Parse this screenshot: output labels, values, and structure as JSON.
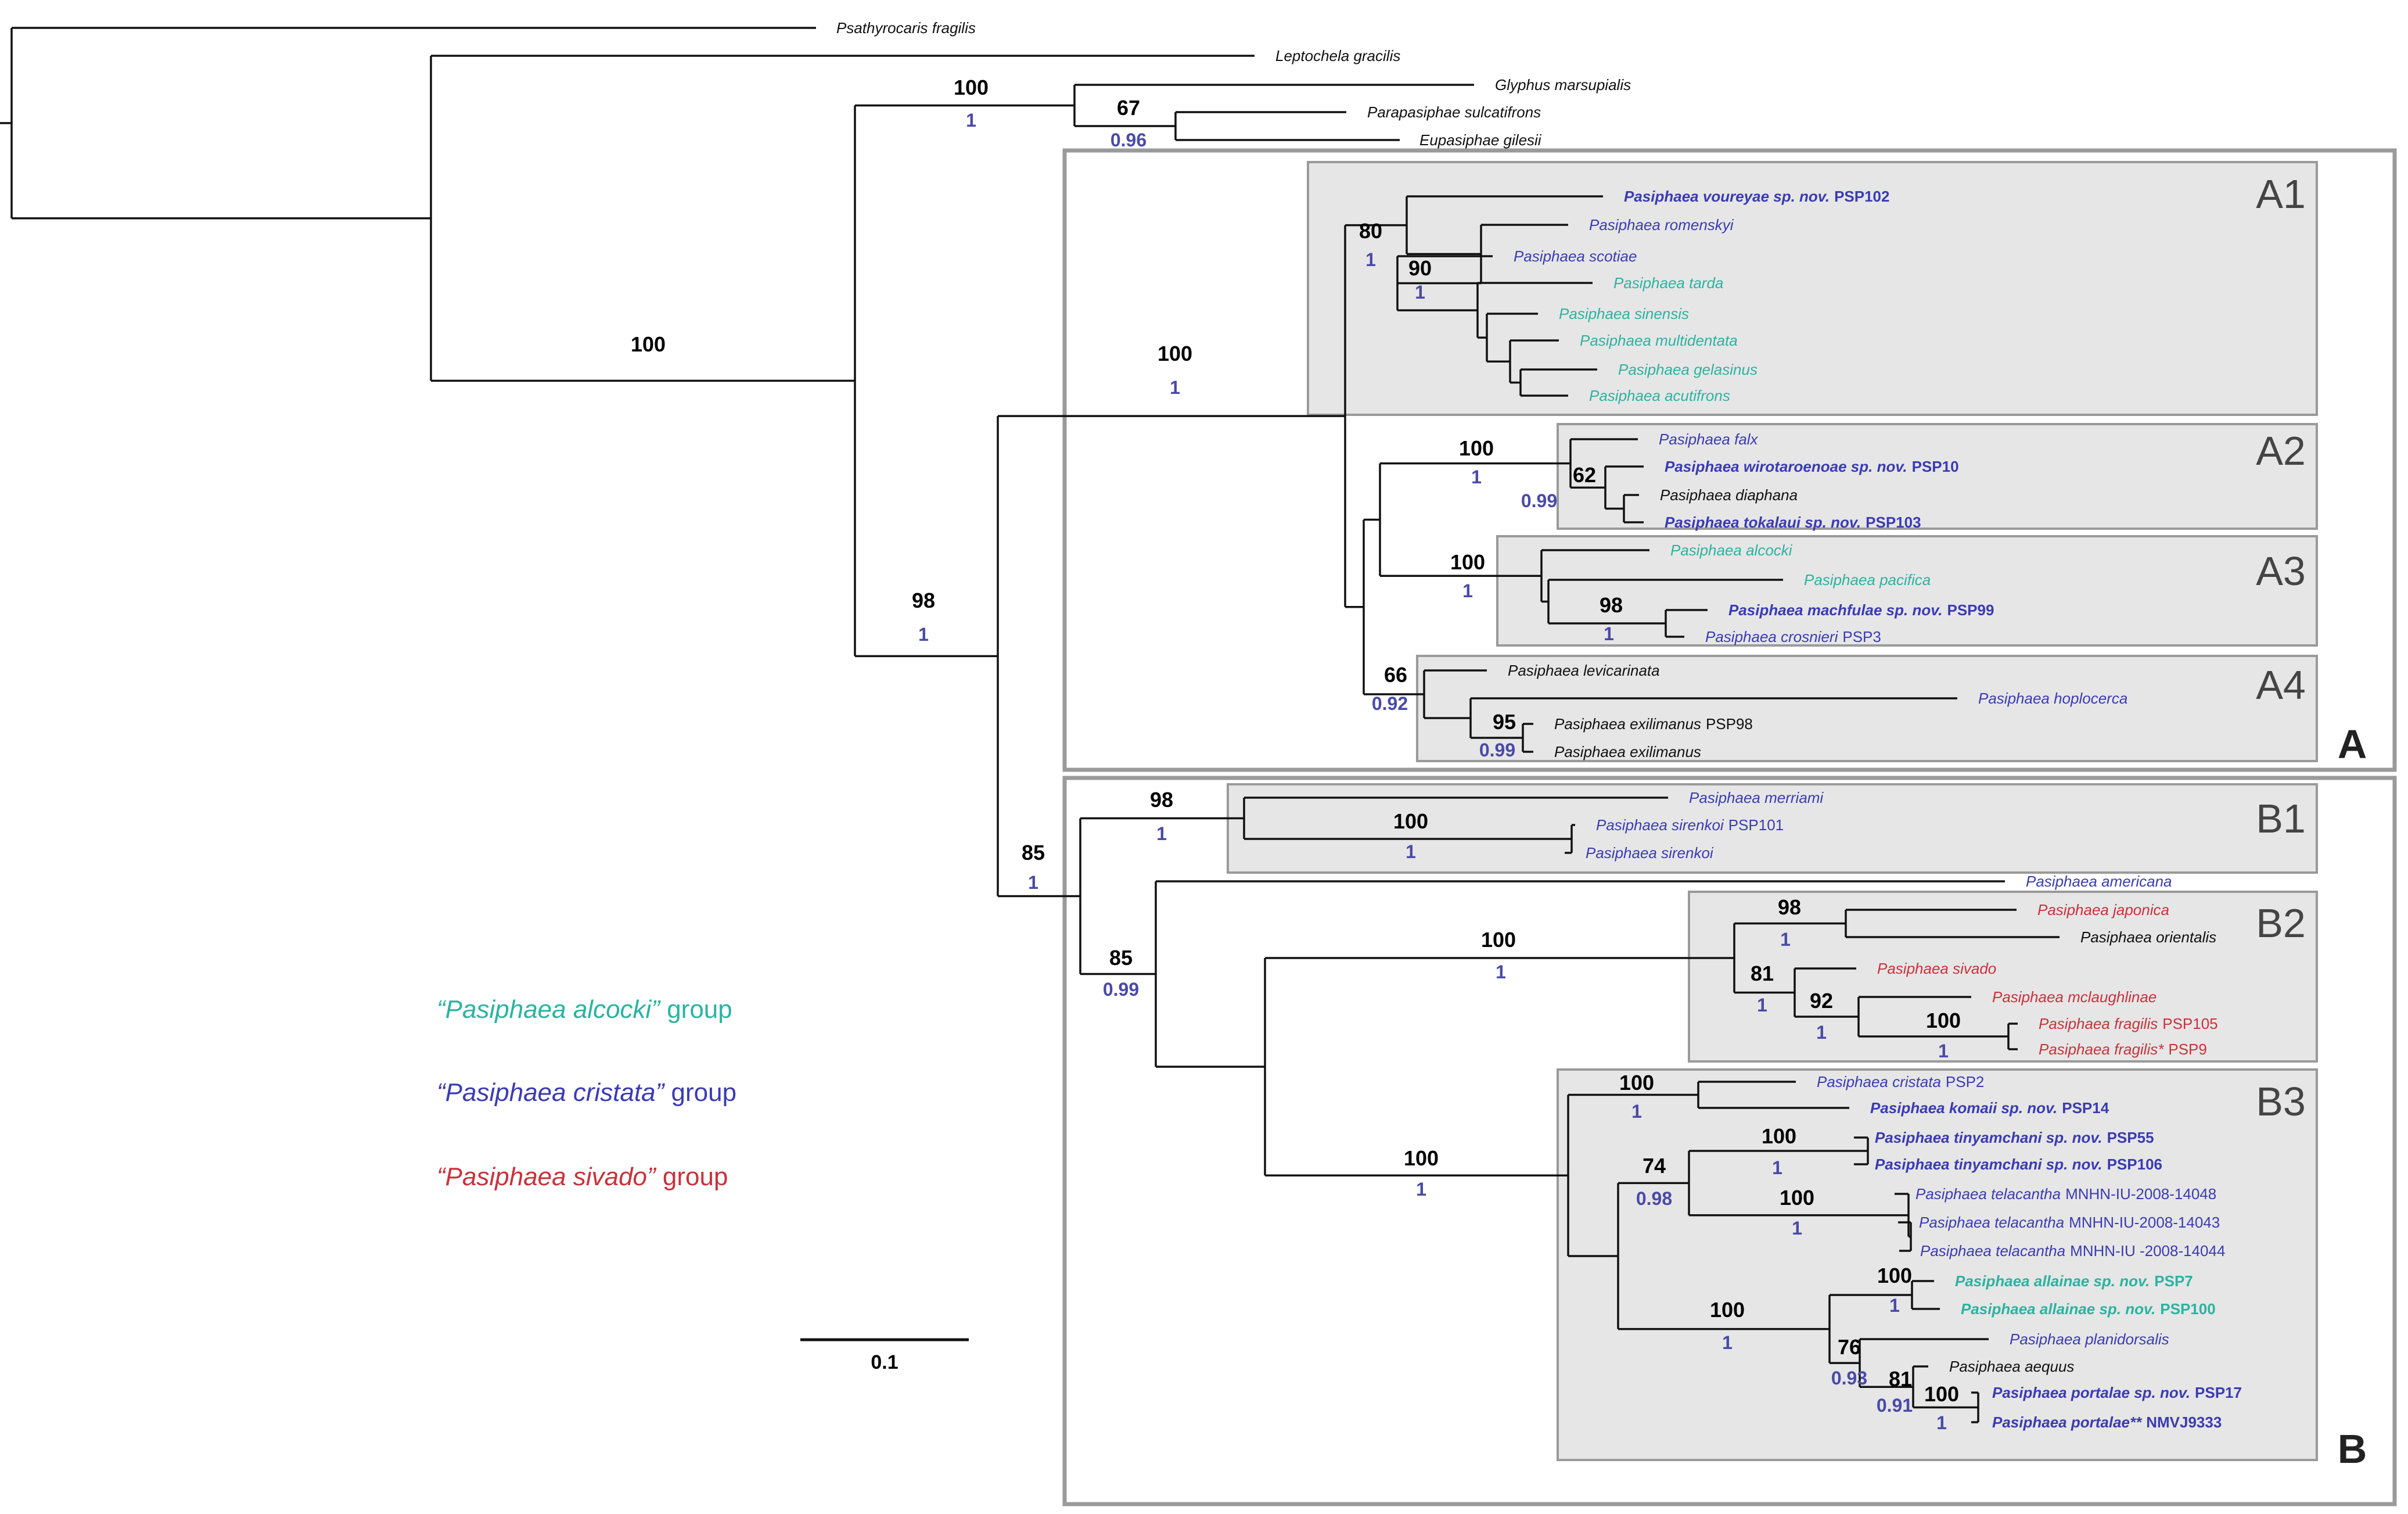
{
  "colors": {
    "black": "#111111",
    "cristata": "#3b3bb3",
    "alcocki": "#2bb3a0",
    "sivado": "#c8323c",
    "pp": "#4a4aa8",
    "clade_fill": "#e6e6e6",
    "clade_stroke": "#9a9a9a"
  },
  "big_clades": [
    {
      "label": "A"
    },
    {
      "label": "B"
    }
  ],
  "subclades": [
    {
      "label": "A1"
    },
    {
      "label": "A2"
    },
    {
      "label": "A3"
    },
    {
      "label": "A4"
    },
    {
      "label": "B1"
    },
    {
      "label": "B2"
    },
    {
      "label": "B3"
    }
  ],
  "leaves": [
    {
      "species": "Psathyrocaris fragilis",
      "suffix": "",
      "color": "black",
      "bold": false
    },
    {
      "species": "Leptochela gracilis",
      "suffix": "",
      "color": "black",
      "bold": false
    },
    {
      "species": "Glyphus marsupialis",
      "suffix": "",
      "color": "black",
      "bold": false
    },
    {
      "species": "Parapasiphae sulcatifrons",
      "suffix": "",
      "color": "black",
      "bold": false
    },
    {
      "species": "Eupasiphae gilesii",
      "suffix": "",
      "color": "black",
      "bold": false
    },
    {
      "species": "Pasiphaea voureyae sp. nov.",
      "suffix": "PSP102",
      "color": "cristata",
      "bold": true
    },
    {
      "species": "Pasiphaea romenskyi",
      "suffix": "",
      "color": "cristata",
      "bold": false
    },
    {
      "species": "Pasiphaea scotiae",
      "suffix": "",
      "color": "cristata",
      "bold": false
    },
    {
      "species": "Pasiphaea tarda",
      "suffix": "",
      "color": "alcocki",
      "bold": false
    },
    {
      "species": "Pasiphaea sinensis",
      "suffix": "",
      "color": "alcocki",
      "bold": false
    },
    {
      "species": "Pasiphaea multidentata",
      "suffix": "",
      "color": "alcocki",
      "bold": false
    },
    {
      "species": "Pasiphaea gelasinus",
      "suffix": "",
      "color": "alcocki",
      "bold": false
    },
    {
      "species": "Pasiphaea acutifrons",
      "suffix": "",
      "color": "alcocki",
      "bold": false
    },
    {
      "species": "Pasiphaea falx",
      "suffix": "",
      "color": "cristata",
      "bold": false
    },
    {
      "species": "Pasiphaea wirotaroenoae sp. nov.",
      "suffix": "PSP10",
      "color": "cristata",
      "bold": true
    },
    {
      "species": "Pasiphaea diaphana",
      "suffix": "",
      "color": "black",
      "bold": false
    },
    {
      "species": "Pasiphaea tokalaui sp. nov.",
      "suffix": "PSP103",
      "color": "cristata",
      "bold": true
    },
    {
      "species": "Pasiphaea alcocki",
      "suffix": "",
      "color": "alcocki",
      "bold": false
    },
    {
      "species": "Pasiphaea pacifica",
      "suffix": "",
      "color": "alcocki",
      "bold": false
    },
    {
      "species": "Pasiphaea machfulae sp. nov.",
      "suffix": "PSP99",
      "color": "cristata",
      "bold": true
    },
    {
      "species": "Pasiphaea crosnieri",
      "suffix": "PSP3",
      "color": "cristata",
      "bold": false
    },
    {
      "species": "Pasiphaea levicarinata",
      "suffix": "",
      "color": "black",
      "bold": false
    },
    {
      "species": "Pasiphaea hoplocerca",
      "suffix": "",
      "color": "cristata",
      "bold": false
    },
    {
      "species": "Pasiphaea exilimanus",
      "suffix": "PSP98",
      "color": "black",
      "bold": false
    },
    {
      "species": "Pasiphaea exilimanus",
      "suffix": "",
      "color": "black",
      "bold": false
    },
    {
      "species": "Pasiphaea merriami",
      "suffix": "",
      "color": "cristata",
      "bold": false
    },
    {
      "species": "Pasiphaea sirenkoi",
      "suffix": "PSP101",
      "color": "cristata",
      "bold": false
    },
    {
      "species": "Pasiphaea sirenkoi",
      "suffix": "",
      "color": "cristata",
      "bold": false
    },
    {
      "species": "Pasiphaea americana",
      "suffix": "",
      "color": "cristata",
      "bold": false
    },
    {
      "species": "Pasiphaea japonica",
      "suffix": "",
      "color": "sivado",
      "bold": false
    },
    {
      "species": "Pasiphaea orientalis",
      "suffix": "",
      "color": "black",
      "bold": false
    },
    {
      "species": "Pasiphaea sivado",
      "suffix": "",
      "color": "sivado",
      "bold": false
    },
    {
      "species": "Pasiphaea mclaughlinae",
      "suffix": "",
      "color": "sivado",
      "bold": false
    },
    {
      "species": "Pasiphaea fragilis",
      "suffix": "PSP105",
      "color": "sivado",
      "bold": false
    },
    {
      "species": "Pasiphaea fragilis*",
      "suffix": "PSP9",
      "color": "sivado",
      "bold": false
    },
    {
      "species": "Pasiphaea cristata",
      "suffix": "PSP2",
      "color": "cristata",
      "bold": false
    },
    {
      "species": "Pasiphaea komaii sp. nov.",
      "suffix": "PSP14",
      "color": "cristata",
      "bold": true
    },
    {
      "species": "Pasiphaea tinyamchani sp. nov.",
      "suffix": "PSP55",
      "color": "cristata",
      "bold": true
    },
    {
      "species": "Pasiphaea tinyamchani sp. nov.",
      "suffix": "PSP106",
      "color": "cristata",
      "bold": true
    },
    {
      "species": "Pasiphaea telacantha",
      "suffix": "MNHN-IU-2008-14048",
      "color": "cristata",
      "bold": false
    },
    {
      "species": "Pasiphaea telacantha",
      "suffix": "MNHN-IU-2008-14043",
      "color": "cristata",
      "bold": false
    },
    {
      "species": "Pasiphaea telacantha",
      "suffix": "MNHN-IU -2008-14044",
      "color": "cristata",
      "bold": false
    },
    {
      "species": "Pasiphaea allainae sp. nov.",
      "suffix": "PSP7",
      "color": "alcocki",
      "bold": true
    },
    {
      "species": "Pasiphaea allainae sp. nov.",
      "suffix": "PSP100",
      "color": "alcocki",
      "bold": true
    },
    {
      "species": "Pasiphaea planidorsalis",
      "suffix": "",
      "color": "cristata",
      "bold": false
    },
    {
      "species": "Pasiphaea aequus",
      "suffix": "",
      "color": "black",
      "bold": false
    },
    {
      "species": "Pasiphaea portalae sp. nov.",
      "suffix": "PSP17",
      "color": "cristata",
      "bold": true
    },
    {
      "species": "Pasiphaea portalae**",
      "suffix": "NMVJ9333",
      "color": "cristata",
      "bold": true
    }
  ],
  "support": [
    {
      "bs": "100",
      "pp": "1"
    },
    {
      "bs": "67",
      "pp": "0.96"
    },
    {
      "bs": "100",
      "pp": ""
    },
    {
      "bs": "98",
      "pp": "1"
    },
    {
      "bs": "100",
      "pp": "1"
    },
    {
      "bs": "80",
      "pp": "1"
    },
    {
      "bs": "90",
      "pp": "1"
    },
    {
      "bs": "100",
      "pp": "1"
    },
    {
      "bs": "62",
      "pp": "0.99"
    },
    {
      "bs": "100",
      "pp": "1"
    },
    {
      "bs": "98",
      "pp": "1"
    },
    {
      "bs": "66",
      "pp": "0.92"
    },
    {
      "bs": "95",
      "pp": "0.99"
    },
    {
      "bs": "85",
      "pp": "1"
    },
    {
      "bs": "98",
      "pp": "1"
    },
    {
      "bs": "100",
      "pp": "1"
    },
    {
      "bs": "85",
      "pp": "0.99"
    },
    {
      "bs": "100",
      "pp": "1"
    },
    {
      "bs": "98",
      "pp": "1"
    },
    {
      "bs": "81",
      "pp": "1"
    },
    {
      "bs": "92",
      "pp": "1"
    },
    {
      "bs": "100",
      "pp": "1"
    },
    {
      "bs": "100",
      "pp": "1"
    },
    {
      "bs": "100",
      "pp": "1"
    },
    {
      "bs": "74",
      "pp": "0.98"
    },
    {
      "bs": "100",
      "pp": "1"
    },
    {
      "bs": "100",
      "pp": "1"
    },
    {
      "bs": "100",
      "pp": "1"
    },
    {
      "bs": "100",
      "pp": "1"
    },
    {
      "bs": "76",
      "pp": "0.93"
    },
    {
      "bs": "81",
      "pp": "0.91"
    },
    {
      "bs": "100",
      "pp": "1"
    }
  ],
  "legend": [
    {
      "name": "“Pasiphaea alcocki”",
      "suffix": " group",
      "color": "alcocki"
    },
    {
      "name": "“Pasiphaea cristata”",
      "suffix": " group",
      "color": "cristata"
    },
    {
      "name": "“Pasiphaea sivado”",
      "suffix": " group",
      "color": "sivado"
    }
  ],
  "scale_bar": {
    "value": 0.1,
    "label": "0.1"
  }
}
